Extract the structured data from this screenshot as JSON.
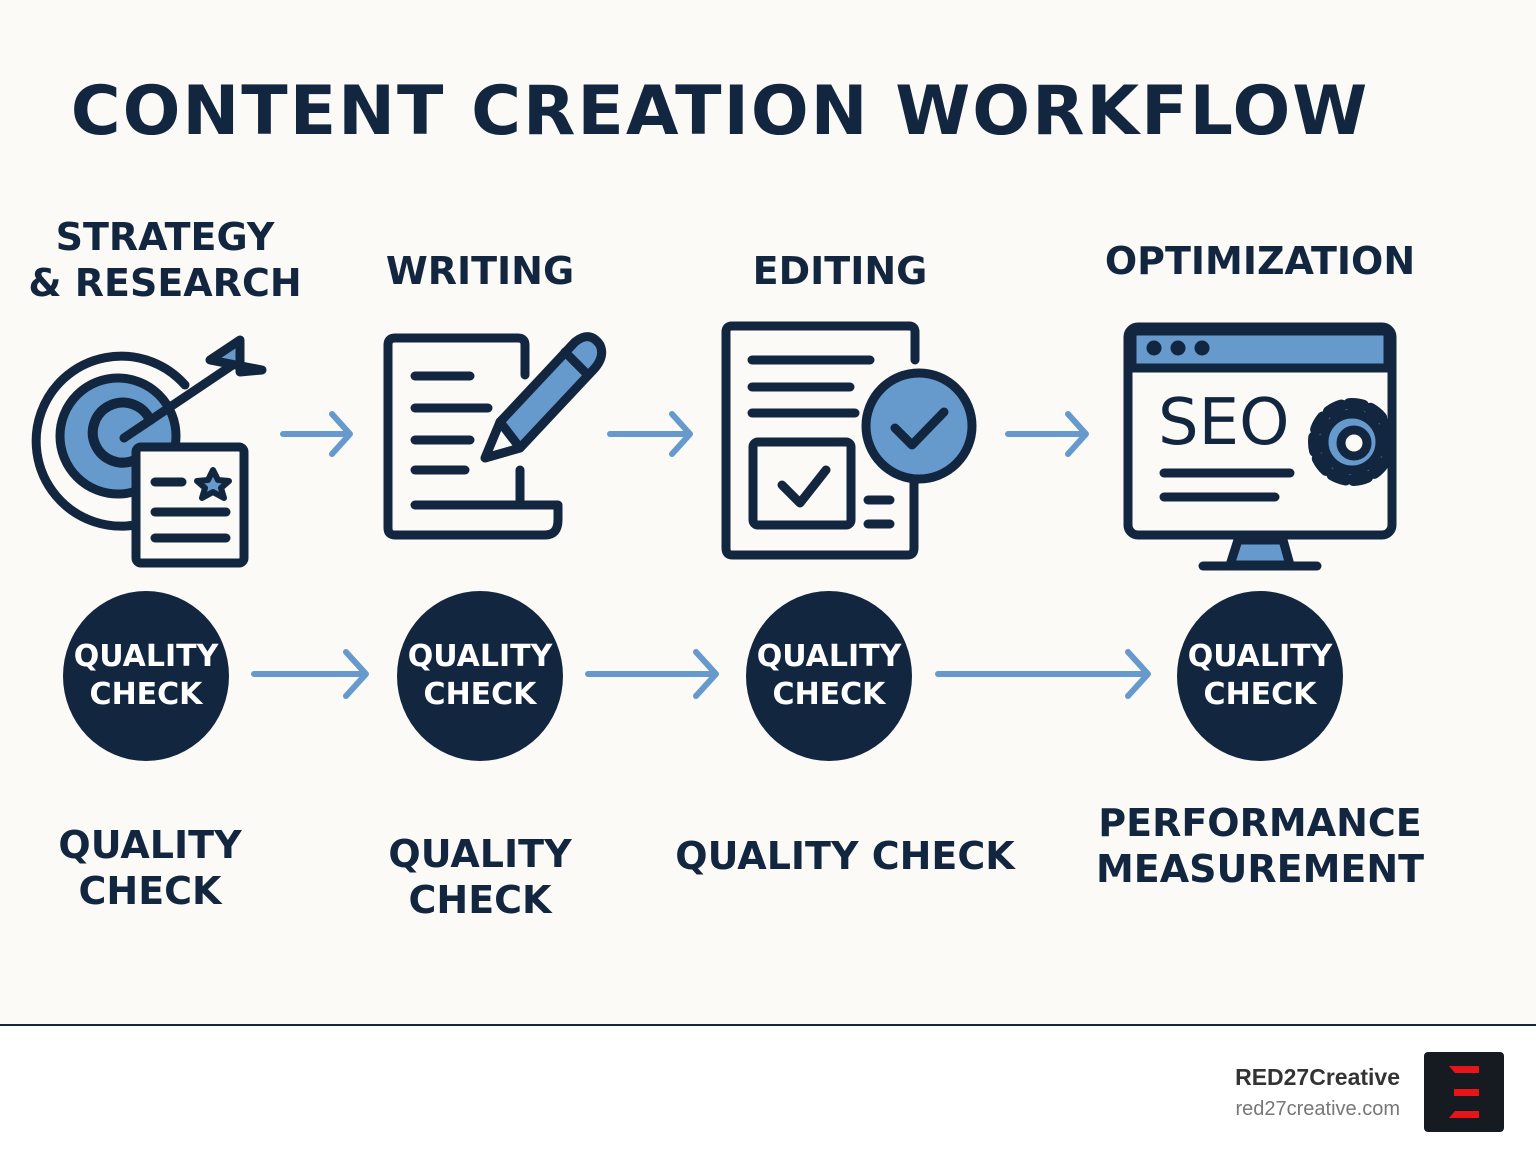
{
  "title": "CONTENT CREATION WORKFLOW",
  "steps": [
    {
      "label_line1": "STRATEGY",
      "label_line2": "& RESEARCH",
      "icon": "target-icon"
    },
    {
      "label": "WRITING",
      "icon": "document-pencil-icon"
    },
    {
      "label": "EDITING",
      "icon": "document-check-icon"
    },
    {
      "label": "OPTIMIZATION",
      "icon": "seo-monitor-icon",
      "icon_text": "SEO"
    }
  ],
  "quality_circles": [
    {
      "line1": "QUALITY",
      "line2": "CHECK"
    },
    {
      "line1": "QUALITY",
      "line2": "CHECK"
    },
    {
      "line1": "QUALITY",
      "line2": "CHECK"
    },
    {
      "line1": "QUALITY",
      "line2": "CHECK"
    }
  ],
  "bottom_labels": [
    {
      "line1": "QUALITY",
      "line2": "CHECK"
    },
    {
      "line1": "QUALITY",
      "line2": "CHECK"
    },
    {
      "line1": "QUALITY CHECK"
    },
    {
      "line1": "PERFORMANCE",
      "line2": "MEASUREMENT"
    }
  ],
  "footer": {
    "brand": "RED27Creative",
    "url": "red27creative.com"
  },
  "colors": {
    "navy": "#13263f",
    "blue": "#6699cc",
    "background": "#fbfaf7",
    "logo_red": "#e8141c"
  }
}
